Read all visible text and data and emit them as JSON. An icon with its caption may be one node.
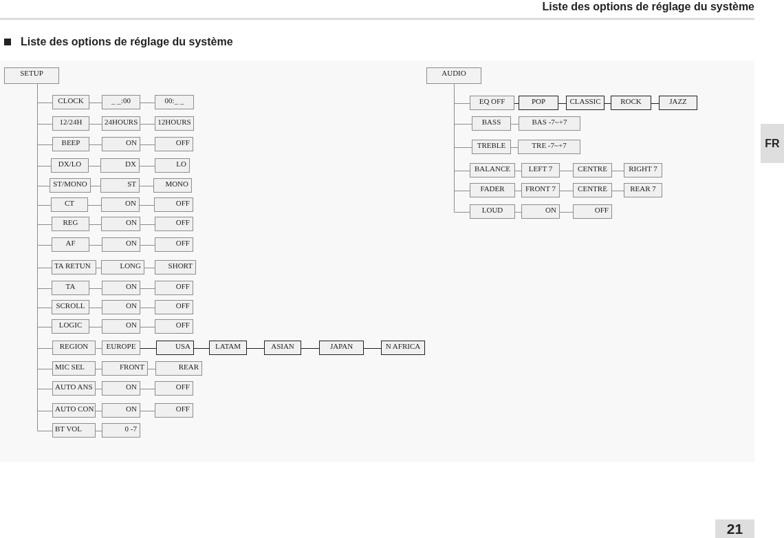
{
  "diagram": {
    "title": "Liste des options de réglage du système",
    "nodes": [
      {
        "text": [
          "SETUP"
        ]
      },
      {
        "text": [
          "CLOCK"
        ]
      },
      {
        "text": [
          "_ _:00"
        ]
      },
      {
        "text": [
          "00:_ _"
        ]
      },
      {
        "text": [
          "12/24H"
        ]
      },
      {
        "text": [
          "24HOURS"
        ]
      },
      {
        "text": [
          "12HOURS"
        ]
      },
      {
        "text": [
          "BEEP"
        ]
      },
      {
        "text": [
          "ON"
        ]
      },
      {
        "text": [
          "OFF"
        ]
      },
      {
        "text": [
          "DX/LO"
        ]
      },
      {
        "text": [
          "DX"
        ]
      },
      {
        "text": [
          "LO"
        ]
      },
      {
        "text": [
          "ST/MONO"
        ]
      },
      {
        "text": [
          "ST"
        ]
      },
      {
        "text": [
          "MONO"
        ]
      },
      {
        "text": [
          "CT"
        ]
      },
      {
        "text": [
          "ON"
        ]
      },
      {
        "text": [
          "OFF"
        ]
      },
      {
        "text": [
          "REG"
        ]
      },
      {
        "text": [
          "ON"
        ]
      },
      {
        "text": [
          "OFF"
        ]
      },
      {
        "text": [
          "AF"
        ]
      },
      {
        "text": [
          "ON"
        ]
      },
      {
        "text": [
          "OFF"
        ]
      },
      {
        "text": [
          "TA RETUN"
        ]
      },
      {
        "text": [
          "LONG"
        ]
      },
      {
        "text": [
          "SHORT"
        ]
      },
      {
        "text": [
          "TA"
        ]
      },
      {
        "text": [
          "ON"
        ]
      },
      {
        "text": [
          "OFF"
        ]
      },
      {
        "text": [
          "SCROLL"
        ]
      },
      {
        "text": [
          "ON"
        ]
      },
      {
        "text": [
          "OFF"
        ]
      },
      {
        "text": [
          "LOGIC"
        ]
      },
      {
        "text": [
          "ON"
        ]
      },
      {
        "text": [
          "OFF"
        ]
      },
      {
        "text": [
          "REGION"
        ]
      },
      {
        "text": [
          "EUROPE"
        ]
      },
      {
        "text": [
          "USA"
        ]
      },
      {
        "text": [
          "LATAM"
        ]
      },
      {
        "text": [
          "ASIAN"
        ]
      },
      {
        "text": [
          "JAPAN"
        ]
      },
      {
        "text": [
          "N AFRICA"
        ]
      },
      {
        "text": [
          "MIC SEL"
        ]
      },
      {
        "text": [
          "FRONT"
        ]
      },
      {
        "text": [
          "REAR"
        ]
      },
      {
        "text": [
          "AUTO ANS"
        ]
      },
      {
        "text": [
          "ON"
        ]
      },
      {
        "text": [
          "OFF"
        ]
      },
      {
        "text": [
          "AUTO CON"
        ]
      },
      {
        "text": [
          "ON"
        ]
      },
      {
        "text": [
          "OFF"
        ]
      },
      {
        "text": [
          "BT VOL"
        ]
      },
      {
        "text": [
          "0 -7"
        ]
      },
      {
        "text": [
          "AUDIO"
        ]
      },
      {
        "text": [
          "EQ OFF"
        ]
      },
      {
        "text": [
          "POP"
        ]
      },
      {
        "text": [
          "CLASSIC"
        ]
      },
      {
        "text": [
          "ROCK"
        ]
      },
      {
        "text": [
          "JAZZ"
        ]
      },
      {
        "text": [
          "BASS"
        ]
      },
      {
        "text": [
          "BAS -7~+7"
        ]
      },
      {
        "text": [
          "TREBLE"
        ]
      },
      {
        "text": [
          "TRE -7~+7"
        ]
      },
      {
        "text": [
          "BALANCE"
        ]
      },
      {
        "text": [
          "LEFT 7"
        ]
      },
      {
        "text": [
          "CENTRE"
        ]
      },
      {
        "text": [
          "RIGHT 7"
        ]
      },
      {
        "text": [
          "FADER"
        ]
      },
      {
        "text": [
          "FRONT 7"
        ]
      },
      {
        "text": [
          "CENTRE"
        ]
      },
      {
        "text": [
          "REAR 7"
        ]
      },
      {
        "text": [
          "LOUD"
        ]
      },
      {
        "text": [
          "ON"
        ]
      },
      {
        "text": [
          "OFF"
        ]
      }
    ],
    "edges": [
      {
        "from": 0,
        "to": 1,
        "arrow": "none"
      },
      {
        "from": 0,
        "to": 4,
        "arrow": "none"
      },
      {
        "from": 0,
        "to": 7,
        "arrow": "none"
      },
      {
        "from": 0,
        "to": 10,
        "arrow": "none"
      },
      {
        "from": 0,
        "to": 13,
        "arrow": "none"
      },
      {
        "from": 0,
        "to": 16,
        "arrow": "none"
      },
      {
        "from": 0,
        "to": 19,
        "arrow": "none"
      },
      {
        "from": 0,
        "to": 22,
        "arrow": "none"
      },
      {
        "from": 0,
        "to": 25,
        "arrow": "none"
      },
      {
        "from": 0,
        "to": 28,
        "arrow": "none"
      },
      {
        "from": 0,
        "to": 31,
        "arrow": "none"
      },
      {
        "from": 0,
        "to": 34,
        "arrow": "none"
      },
      {
        "from": 0,
        "to": 37,
        "arrow": "none"
      },
      {
        "from": 0,
        "to": 44,
        "arrow": "none"
      },
      {
        "from": 0,
        "to": 47,
        "arrow": "none"
      },
      {
        "from": 0,
        "to": 50,
        "arrow": "none"
      },
      {
        "from": 0,
        "to": 53,
        "arrow": "none"
      },
      {
        "from": 1,
        "to": 2,
        "arrow": "none"
      },
      {
        "from": 2,
        "to": 3,
        "arrow": "none"
      },
      {
        "from": 4,
        "to": 5,
        "arrow": "none"
      },
      {
        "from": 5,
        "to": 6,
        "arrow": "none"
      },
      {
        "from": 7,
        "to": 8,
        "arrow": "none"
      },
      {
        "from": 8,
        "to": 9,
        "arrow": "none"
      },
      {
        "from": 10,
        "to": 11,
        "arrow": "none"
      },
      {
        "from": 11,
        "to": 12,
        "arrow": "none"
      },
      {
        "from": 13,
        "to": 14,
        "arrow": "none"
      },
      {
        "from": 14,
        "to": 15,
        "arrow": "none"
      },
      {
        "from": 16,
        "to": 17,
        "arrow": "none"
      },
      {
        "from": 17,
        "to": 18,
        "arrow": "none"
      },
      {
        "from": 19,
        "to": 20,
        "arrow": "none"
      },
      {
        "from": 20,
        "to": 21,
        "arrow": "none"
      },
      {
        "from": 22,
        "to": 23,
        "arrow": "none"
      },
      {
        "from": 23,
        "to": 24,
        "arrow": "none"
      },
      {
        "from": 25,
        "to": 26,
        "arrow": "none"
      },
      {
        "from": 26,
        "to": 27,
        "arrow": "none"
      },
      {
        "from": 28,
        "to": 29,
        "arrow": "none"
      },
      {
        "from": 29,
        "to": 30,
        "arrow": "none"
      },
      {
        "from": 31,
        "to": 32,
        "arrow": "none"
      },
      {
        "from": 32,
        "to": 33,
        "arrow": "none"
      },
      {
        "from": 34,
        "to": 35,
        "arrow": "none"
      },
      {
        "from": 35,
        "to": 36,
        "arrow": "none"
      },
      {
        "from": 37,
        "to": 38,
        "arrow": "none"
      },
      {
        "from": 38,
        "to": 39,
        "arrow": "none",
        "color": "#1f1f1f"
      },
      {
        "from": 39,
        "to": 40,
        "arrow": "none",
        "color": "#1f1f1f"
      },
      {
        "from": 40,
        "to": 41,
        "arrow": "none",
        "color": "#1f1f1f"
      },
      {
        "from": 41,
        "to": 42,
        "arrow": "none",
        "color": "#1f1f1f"
      },
      {
        "from": 42,
        "to": 43,
        "arrow": "none",
        "color": "#1f1f1f"
      },
      {
        "from": 44,
        "to": 45,
        "arrow": "none"
      },
      {
        "from": 45,
        "to": 46,
        "arrow": "none"
      },
      {
        "from": 47,
        "to": 48,
        "arrow": "none"
      },
      {
        "from": 48,
        "to": 49,
        "arrow": "none"
      },
      {
        "from": 50,
        "to": 51,
        "arrow": "none"
      },
      {
        "from": 51,
        "to": 52,
        "arrow": "none"
      },
      {
        "from": 53,
        "to": 54,
        "arrow": "none"
      },
      {
        "from": 55,
        "to": 56,
        "arrow": "none"
      },
      {
        "from": 55,
        "to": 61,
        "arrow": "none"
      },
      {
        "from": 55,
        "to": 63,
        "arrow": "none"
      },
      {
        "from": 55,
        "to": 65,
        "arrow": "none"
      },
      {
        "from": 55,
        "to": 69,
        "arrow": "none"
      },
      {
        "from": 55,
        "to": 73,
        "arrow": "none"
      },
      {
        "from": 56,
        "to": 57,
        "arrow": "none",
        "color": "#1f1f1f"
      },
      {
        "from": 57,
        "to": 58,
        "arrow": "none",
        "color": "#1f1f1f"
      },
      {
        "from": 58,
        "to": 59,
        "arrow": "none",
        "color": "#1f1f1f"
      },
      {
        "from": 59,
        "to": 60,
        "arrow": "none",
        "color": "#1f1f1f"
      },
      {
        "from": 61,
        "to": 62,
        "arrow": "none"
      },
      {
        "from": 63,
        "to": 64,
        "arrow": "none"
      },
      {
        "from": 65,
        "to": 66,
        "arrow": "none"
      },
      {
        "from": 66,
        "to": 67,
        "arrow": "none"
      },
      {
        "from": 67,
        "to": 68,
        "arrow": "none"
      },
      {
        "from": 69,
        "to": 70,
        "arrow": "none"
      },
      {
        "from": 70,
        "to": 71,
        "arrow": "none"
      },
      {
        "from": 71,
        "to": 72,
        "arrow": "none"
      },
      {
        "from": 73,
        "to": 74,
        "arrow": "none"
      },
      {
        "from": 74,
        "to": 75,
        "arrow": "none"
      }
    ],
    "labels": [
      "Liste des options de réglage du système",
      "FR",
      "21"
    ]
  }
}
